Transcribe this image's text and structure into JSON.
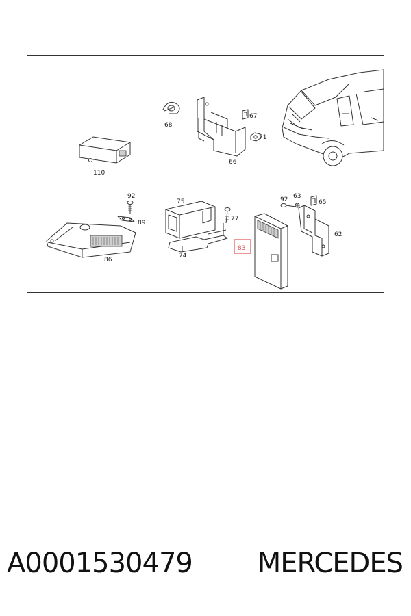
{
  "diagram": {
    "labels": {
      "l110": "110",
      "l68": "68",
      "l67": "67",
      "l71": "71",
      "l66": "66",
      "l92a": "92",
      "l89": "89",
      "l86": "86",
      "l75": "75",
      "l77": "77",
      "l74": "74",
      "l92b": "92",
      "l63": "63",
      "l65": "65",
      "l62": "62",
      "l83": "83"
    },
    "highlight_color": "#e05050"
  },
  "caption": {
    "part_number": "A0001530479",
    "brand": "MERCEDES"
  }
}
